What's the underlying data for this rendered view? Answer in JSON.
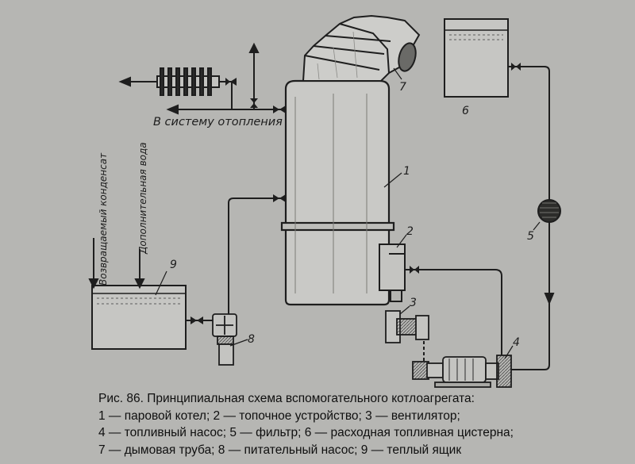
{
  "labels": {
    "heating": "В систему отопления",
    "returned_condensate": "Возвращаемый конденсат",
    "makeup_water": "Дополнительная вода",
    "n1": "1",
    "n2": "2",
    "n3": "3",
    "n4": "4",
    "n5": "5",
    "n6": "6",
    "n7": "7",
    "n8": "8",
    "n9": "9"
  },
  "caption": {
    "title": "Рис. 86. Принципиальная схема вспомогательного котлоагрегата:",
    "line1": "1 — паровой котел; 2 — топочное устройство; 3 — вентилятор;",
    "line2": "4 — топливный насос; 5 — фильтр; 6 — расходная топливная цистерна;",
    "line3": "7 — дымовая труба; 8 — питательный насос; 9 — теплый ящик"
  }
}
